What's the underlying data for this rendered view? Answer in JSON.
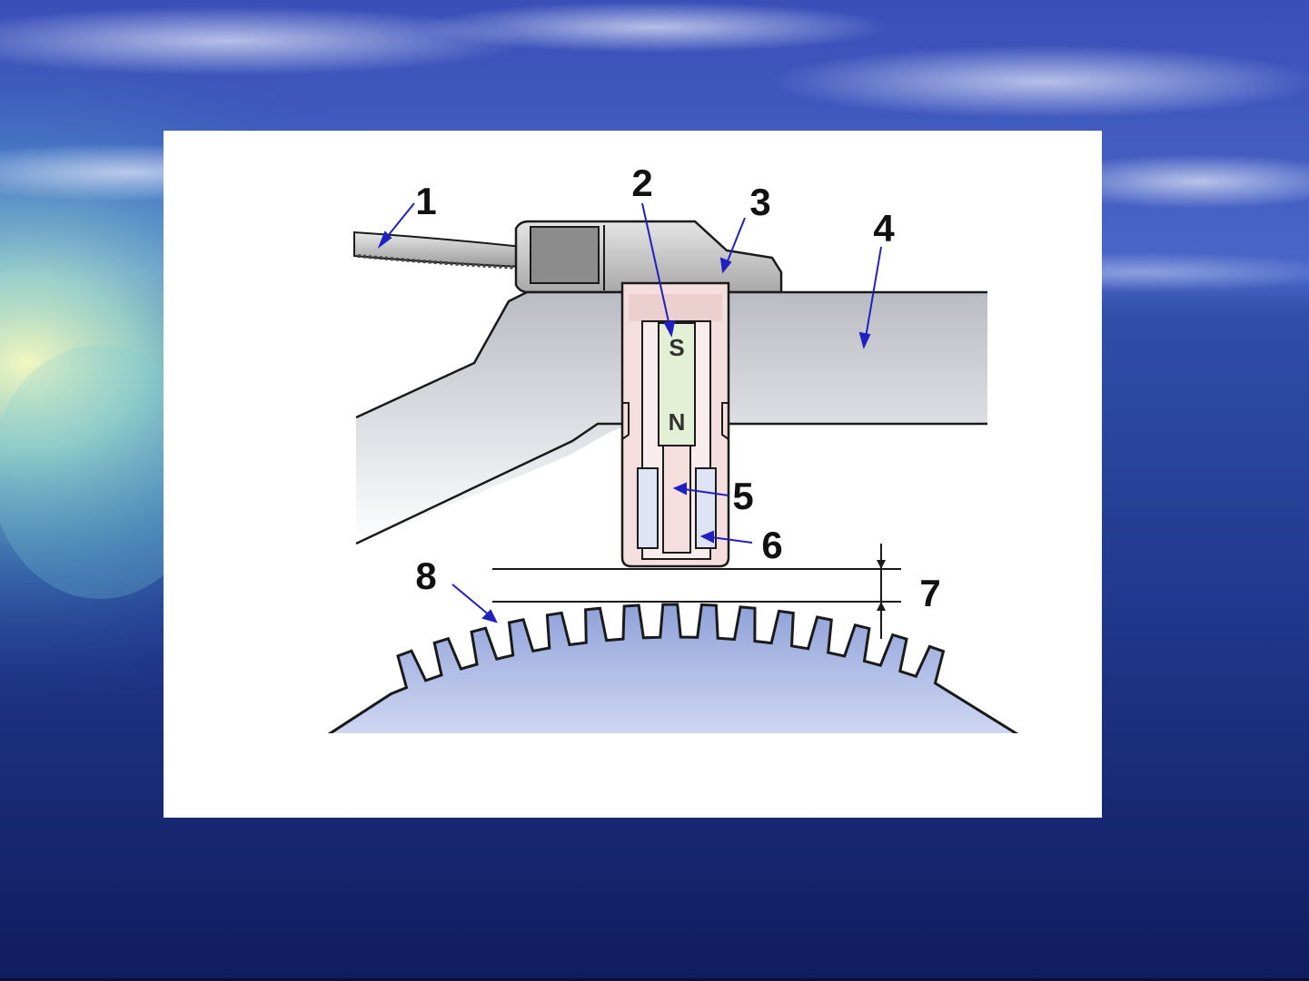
{
  "diagram": {
    "callouts": [
      {
        "id": "1",
        "text": "1"
      },
      {
        "id": "2",
        "text": "2"
      },
      {
        "id": "3",
        "text": "3"
      },
      {
        "id": "4",
        "text": "4"
      },
      {
        "id": "5",
        "text": "5"
      },
      {
        "id": "6",
        "text": "6"
      },
      {
        "id": "7",
        "text": "7"
      },
      {
        "id": "8",
        "text": "8"
      }
    ],
    "magnet_poles": {
      "south": "S",
      "north": "N"
    }
  },
  "colors": {
    "panel": "#ffffff",
    "arrow": "#2020c0",
    "outline": "#1a1a1a",
    "housing": "#f4dede",
    "magnet": "#e4f0d6",
    "coil": "#dfe3f6",
    "ocean_deep": "#1c2f8c",
    "sky": "#3e56c4"
  }
}
